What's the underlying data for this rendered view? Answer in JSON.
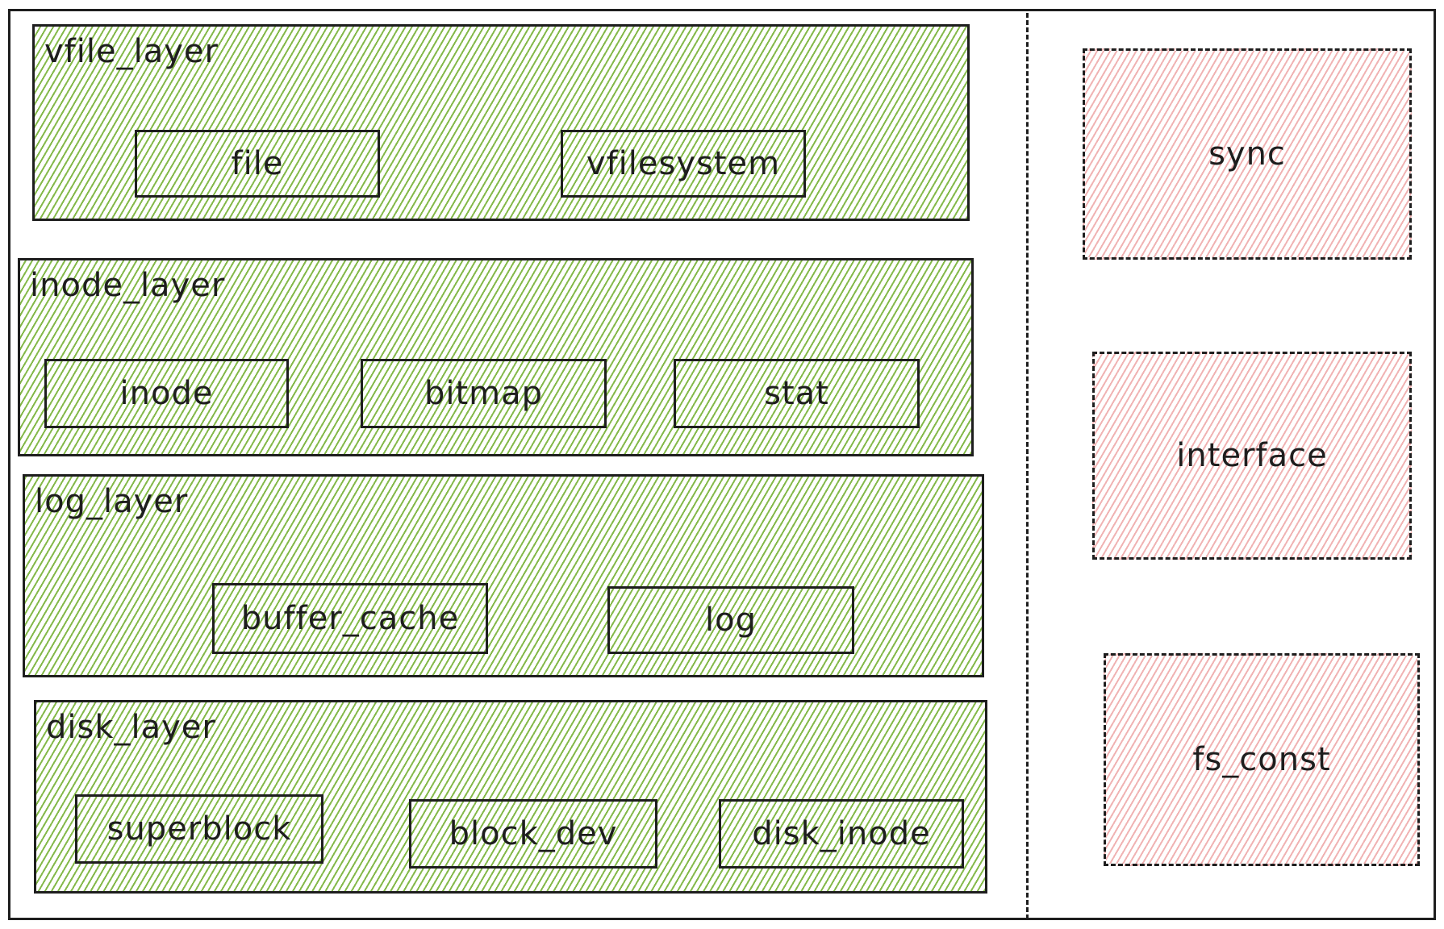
{
  "layers": [
    {
      "title": "vfile_layer",
      "modules": [
        "file",
        "vfilesystem"
      ]
    },
    {
      "title": "inode_layer",
      "modules": [
        "inode",
        "bitmap",
        "stat"
      ]
    },
    {
      "title": "log_layer",
      "modules": [
        "buffer_cache",
        "log"
      ]
    },
    {
      "title": "disk_layer",
      "modules": [
        "superblock",
        "block_dev",
        "disk_inode"
      ]
    }
  ],
  "side_modules": [
    "sync",
    "interface",
    "fs_const"
  ],
  "colors": {
    "layer_fill": "#84b94a",
    "side_fill": "#f0b3b3",
    "stroke": "#1e1e1e"
  }
}
